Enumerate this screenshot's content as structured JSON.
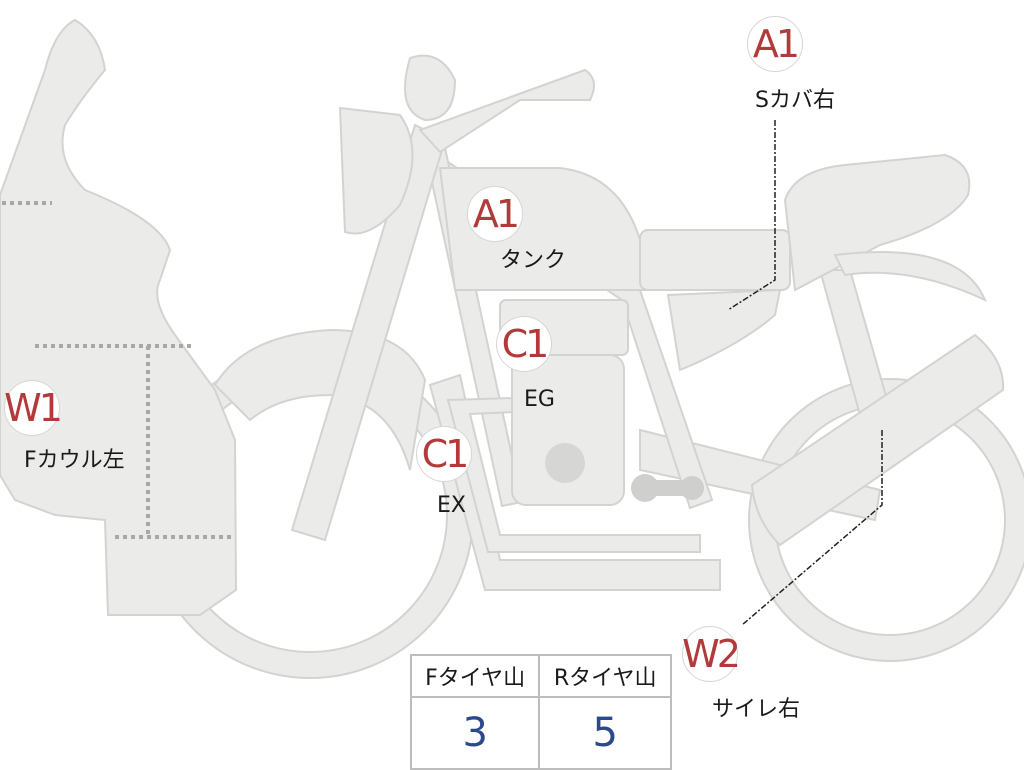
{
  "badges": [
    {
      "code": "A1",
      "label": "Sカバ右"
    },
    {
      "code": "A1",
      "label": "タンク"
    },
    {
      "code": "C1",
      "label": "EG"
    },
    {
      "code": "C1",
      "label": "EX"
    },
    {
      "code": "W1",
      "label": "Fカウル左"
    },
    {
      "code": "W2",
      "label": "サイレ右"
    }
  ],
  "tire_table": {
    "headers": [
      "Fタイヤ山",
      "Rタイヤ山"
    ],
    "values": [
      "3",
      "5"
    ]
  },
  "colors": {
    "part_fill": "#ebebea",
    "part_stroke": "#d3d3d1",
    "badge_code": "#b23a3a",
    "tire_value": "#2b4a8c"
  }
}
